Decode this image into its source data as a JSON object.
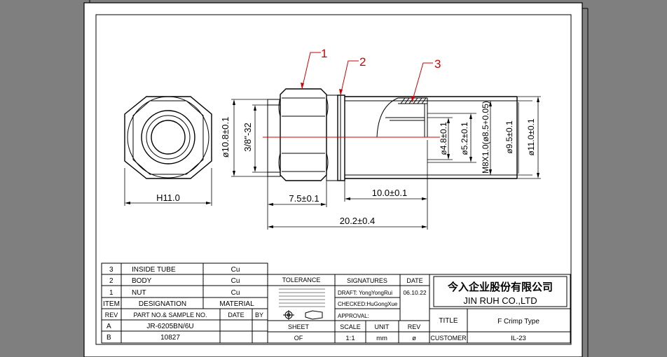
{
  "balloons": [
    "1",
    "2",
    "3"
  ],
  "dimensions": {
    "hex_width": "H11.0",
    "nut_dia": "ø10.8±0.1",
    "thread": "3/8\"-32",
    "nut_len": "7.5±0.1",
    "tube_len": "10.0±0.1",
    "overall_len": "20.2±0.4",
    "inner_48": "ø4.8±0.1",
    "inner_52": "ø5.2±0.1",
    "m_thread": "M8X1.0(ø8.5+0.05)",
    "dia_95": "ø9.5±0.1",
    "dia_110": "ø11.0±0.1"
  },
  "bom": {
    "rows": [
      {
        "item": "3",
        "designation": "INSIDE TUBE",
        "material": "Cu"
      },
      {
        "item": "2",
        "designation": "BODY",
        "material": "Cu"
      },
      {
        "item": "1",
        "designation": "NUT",
        "material": "Cu"
      }
    ],
    "headers": {
      "item": "ITEM",
      "designation": "DESIGNATION",
      "material": "MATERIAL"
    }
  },
  "rev_table": {
    "headers": {
      "rev": "REV",
      "part": "PART NO.& SAMPLE NO.",
      "date": "DATE",
      "by": "BY"
    },
    "rows": [
      {
        "rev": "A",
        "part": "JR-6205BN/6U"
      },
      {
        "rev": "B",
        "part": "10827"
      }
    ]
  },
  "title_block": {
    "tolerance_label": "TOLERANCE",
    "signatures_label": "SIGNATURES",
    "date_label": "DATE",
    "draft": "DRAFT: YongYongRui",
    "checked": "CHECKED:HuGongXue",
    "approval": "APPROVAL:",
    "date_value": "06.10.22",
    "company_cn": "今入企业股份有限公司",
    "company_en": "JIN RUH CO.,LTD",
    "sheet_label": "SHEET",
    "sheet_value": "OF",
    "scale_label": "SCALE",
    "scale_value": "1:1",
    "unit_label": "UNIT",
    "unit_value": "mm",
    "rev_label": "REV",
    "rev_value": "ø",
    "title_label": "TITLE",
    "title_value": "F Crimp Type",
    "customer_label": "CUSTOMER",
    "customer_value": "IL-23"
  },
  "colors": {
    "background": "#7f7f7f",
    "paper": "#ffffff",
    "leader": "#d00000"
  }
}
